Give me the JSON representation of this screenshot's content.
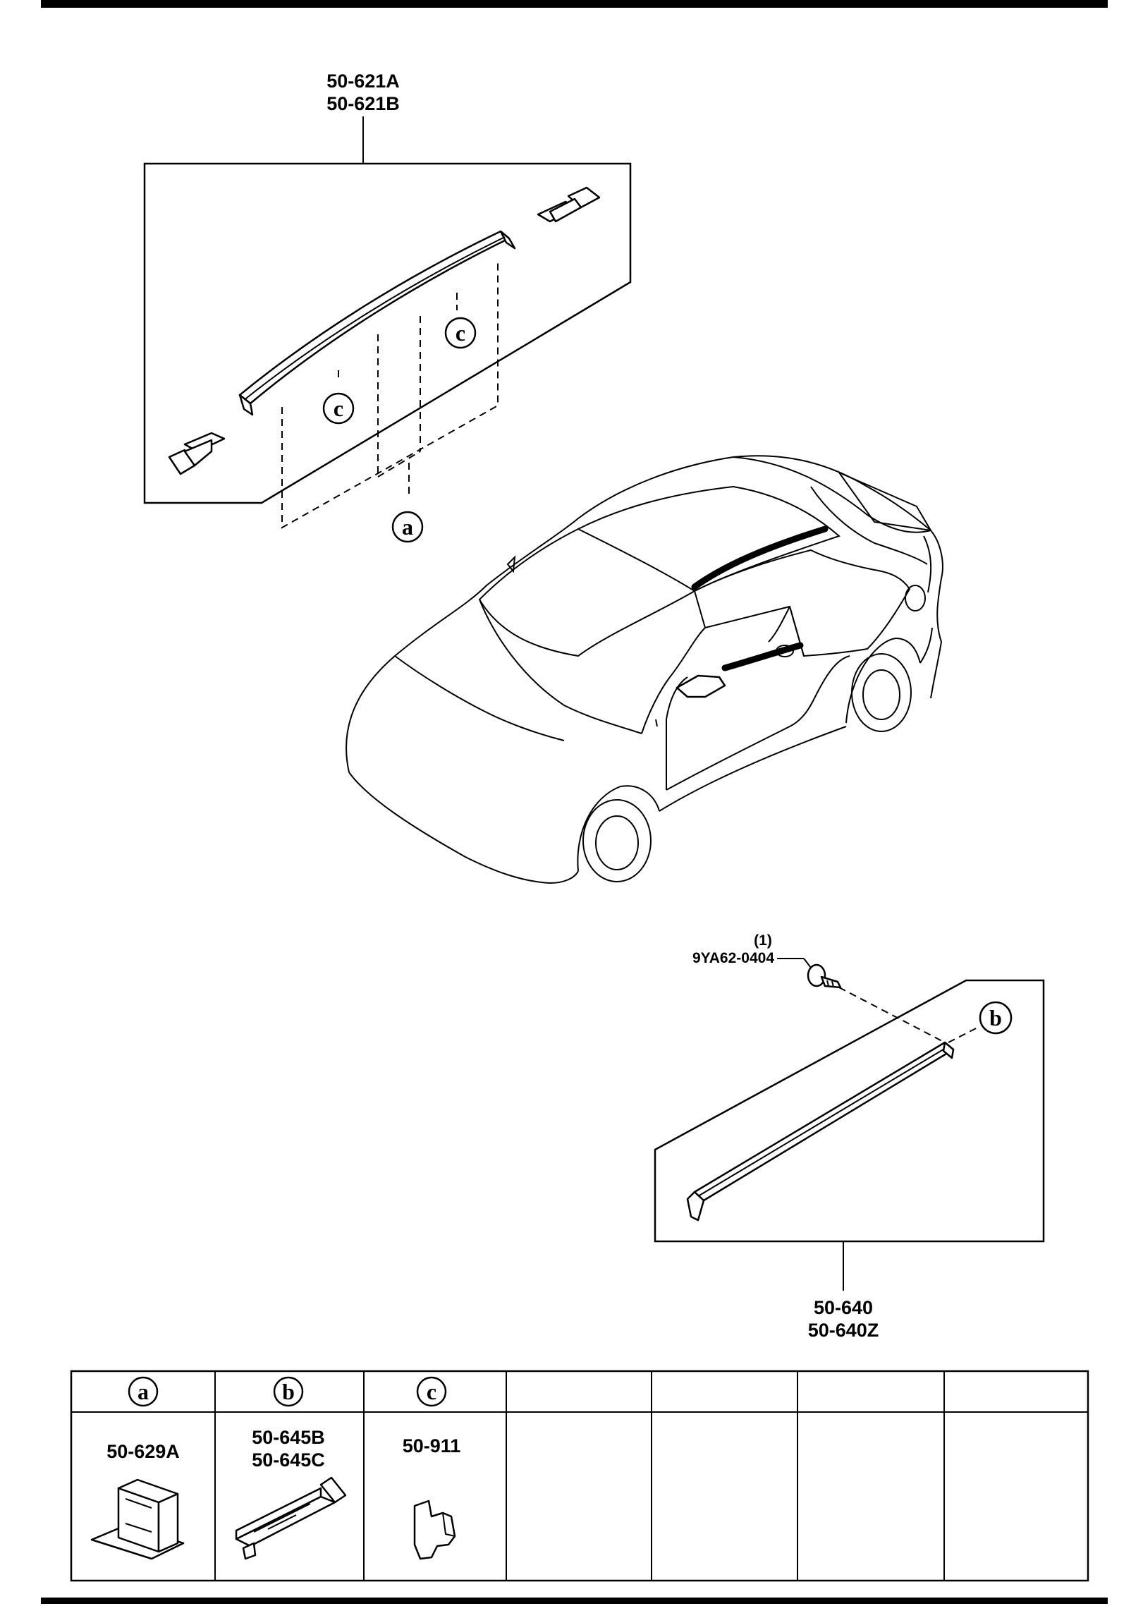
{
  "callouts": {
    "roof_molding_part_1": "50-621A",
    "roof_molding_part_2": "50-621B",
    "door_molding_part_1": "50-640",
    "door_molding_part_2": "50-640Z",
    "screw_part": "9YA62-0404",
    "screw_qty": "(1)"
  },
  "markers": {
    "a": "a",
    "b": "b",
    "c": "c"
  },
  "legend": {
    "columns": [
      {
        "marker": "a",
        "parts": [
          "50-629A"
        ]
      },
      {
        "marker": "b",
        "parts": [
          "50-645B",
          "50-645C"
        ]
      },
      {
        "marker": "c",
        "parts": [
          "50-911"
        ]
      },
      {
        "marker": "",
        "parts": []
      },
      {
        "marker": "",
        "parts": []
      },
      {
        "marker": "",
        "parts": []
      },
      {
        "marker": "",
        "parts": []
      }
    ]
  }
}
